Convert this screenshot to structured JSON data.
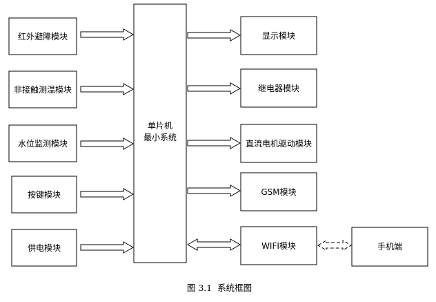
{
  "inputs": [
    {
      "label": "红外避障模块"
    },
    {
      "label": "非接触测温模块"
    },
    {
      "label": "水位监测模块"
    },
    {
      "label": "按键模块"
    },
    {
      "label": "供电模块"
    }
  ],
  "mcu": {
    "line1": "单片机",
    "line2": "最小系统"
  },
  "outputs": [
    {
      "label": "显示模块"
    },
    {
      "label": "继电器模块"
    },
    {
      "label": "直流电机驱动模块"
    },
    {
      "label": "GSM模块"
    },
    {
      "label": "WIFI模块"
    }
  ],
  "phone": {
    "label": "手机端"
  },
  "caption": "图 3.1  系统框图"
}
